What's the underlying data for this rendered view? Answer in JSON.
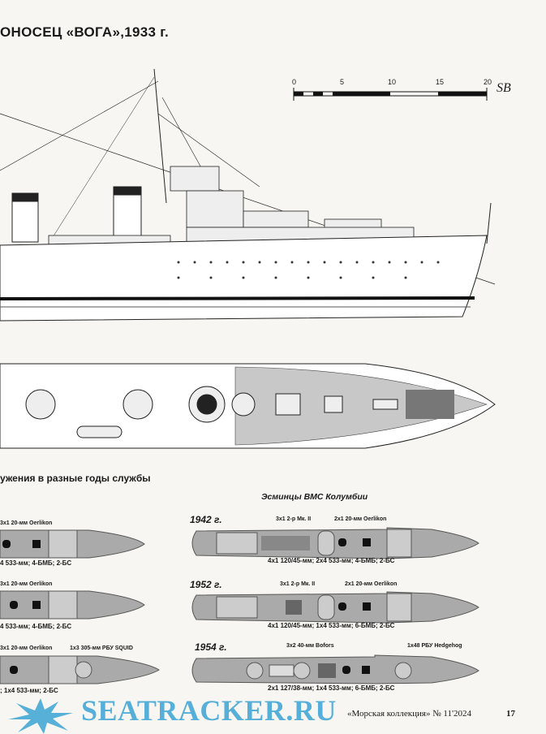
{
  "title": "ОНОСЕЦ «ВОГА»,1933 г.",
  "scale": {
    "ticks": [
      "0",
      "5",
      "10",
      "15",
      "20"
    ],
    "signature": "SB"
  },
  "section_heading": "ужения в разные годы службы",
  "subheading": "Эсминцы ВМС Колумбии",
  "left_column": [
    {
      "label_a": "3x1 20-мм Oerlikon",
      "armament": "4 533-мм; 4-БМБ; 2-БС"
    },
    {
      "label_a": "3x1 20-мм Oerlikon",
      "armament": "4 533-мм; 4-БМБ; 2-БС"
    },
    {
      "label_a": "3x1 20-мм Oerlikon",
      "label_b": "1x3 305-мм РБУ SQUID",
      "armament": "; 1x4 533-мм; 2-БС"
    }
  ],
  "variants": [
    {
      "year": "1942 г.",
      "label_a": "3x1 2-р Мк. II",
      "label_b": "2x1 20-мм Oerlikon",
      "armament": "4x1 120/45-мм; 2x4 533-мм; 4-БМБ; 2-БС"
    },
    {
      "year": "1952 г.",
      "label_a": "3x1 2-р Мк. II",
      "label_b": "2x1 20-мм Oerlikon",
      "armament": "4x1 120/45-мм; 1x4 533-мм; 6-БМБ; 2-БС"
    },
    {
      "year": "1954 г.",
      "label_a": "3x2 40-мм Bofors",
      "label_b": "1x48 РБУ Hedgehog",
      "armament": "2x1 127/38-мм; 1x4 533-мм; 6-БМБ; 2-БС"
    }
  ],
  "footer": {
    "magazine": "«Морская коллекция» № 11'2024",
    "page": "17"
  },
  "watermark": "SEATRACKER.RU",
  "colors": {
    "hull_gray": "#a9a9a9",
    "deck_light": "#d0d0d0",
    "watermark": "#3aa3d4"
  }
}
